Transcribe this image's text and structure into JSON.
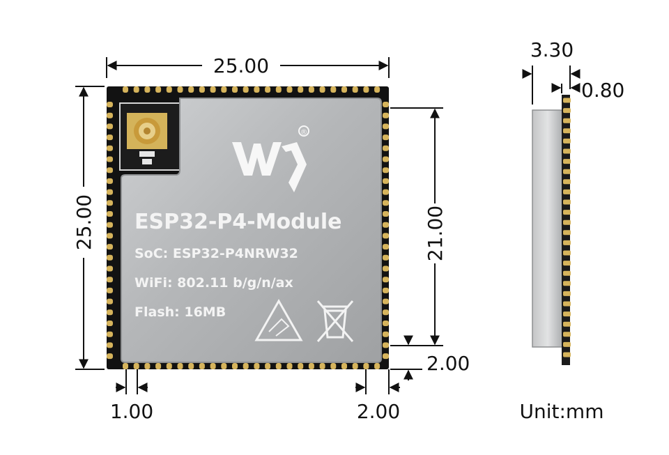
{
  "module": {
    "title": "ESP32-P4-Module",
    "soc": "SoC: ESP32-P4NRW32",
    "wifi": "WiFi: 802.11 b/g/n/ax",
    "flash": "Flash: 16MB",
    "registered_mark": "®"
  },
  "dimensions": {
    "width": "25.00",
    "height": "25.00",
    "shield_height": "21.00",
    "bottom_margin": "2.00",
    "pad_pitch": "1.00",
    "corner_offset": "2.00",
    "side_thickness": "3.30",
    "pcb_thickness": "0.80"
  },
  "unit_label": "Unit:mm",
  "colors": {
    "pcb": "#121212",
    "pad": "#d6b45c",
    "shield": "#b7b9bb",
    "shield_edge": "#8e9092"
  }
}
